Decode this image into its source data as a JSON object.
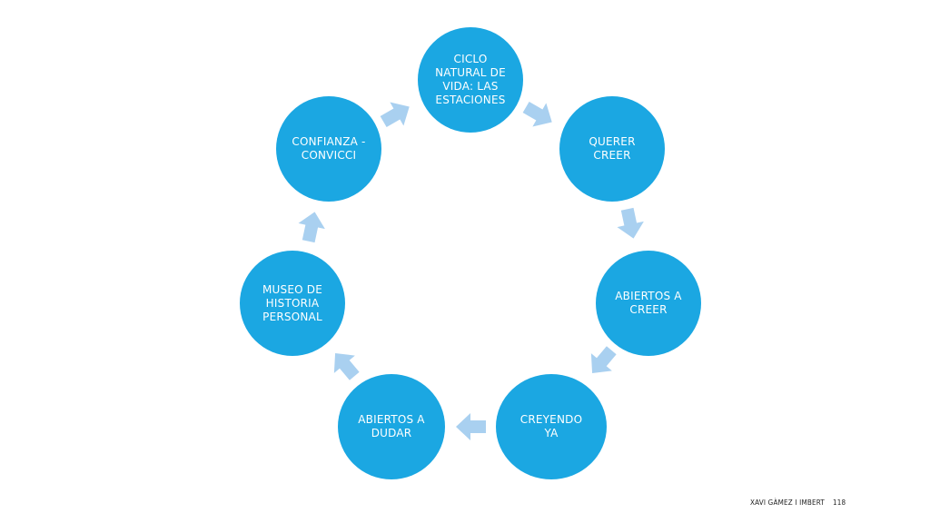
{
  "diagram": {
    "nodes": [
      {
        "id": "ciclo",
        "label": "CICLO NATURAL DE VIDA: LAS ESTACIONES"
      },
      {
        "id": "querer",
        "label": "QUERER CREER"
      },
      {
        "id": "abiertos-creer",
        "label": "ABIERTOS A CREER"
      },
      {
        "id": "creyendo",
        "label": "CREYENDO YA"
      },
      {
        "id": "abiertos-dudar",
        "label": "ABIERTOS A DUDAR"
      },
      {
        "id": "museo",
        "label": "MUSEO DE HISTORIA PERSONAL"
      },
      {
        "id": "confianza",
        "label": "CONFIANZA -CONVICCI"
      }
    ],
    "edges": [
      [
        "ciclo",
        "querer"
      ],
      [
        "querer",
        "abiertos-creer"
      ],
      [
        "abiertos-creer",
        "creyendo"
      ],
      [
        "creyendo",
        "abiertos-dudar"
      ],
      [
        "abiertos-dudar",
        "museo"
      ],
      [
        "museo",
        "confianza"
      ],
      [
        "confianza",
        "ciclo"
      ]
    ],
    "colors": {
      "node": "#1ba7e2",
      "arrow": "#a9d0f0",
      "text": "#ffffff"
    }
  },
  "footer": {
    "author": "XAVI GÀMEZ I IMBERT",
    "page": "118"
  }
}
